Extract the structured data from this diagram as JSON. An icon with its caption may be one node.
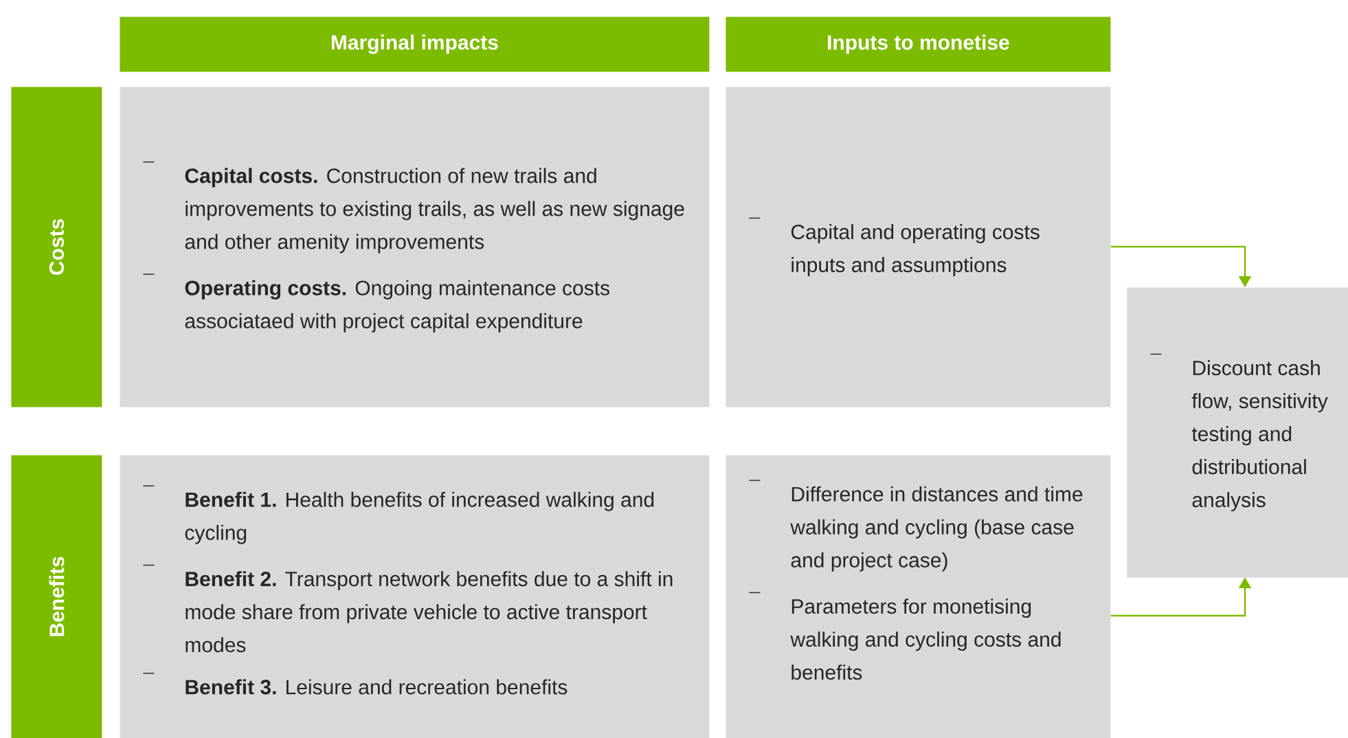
{
  "diagram": {
    "nodes": [
      {
        "text": [
          "Marginal impacts"
        ]
      },
      {
        "text": [
          "Inputs to monetise"
        ]
      },
      {
        "text": [
          "Costs"
        ]
      },
      {
        "text": [
          "**Capital costs.** Construction of new trails and improvements to existing trails, as well as new signage and other amenity improvements",
          "**Operating costs.** Ongoing maintenance costs associataed with project capital expenditure"
        ]
      },
      {
        "text": [
          "Capital and operating costs inputs and assumptions"
        ]
      },
      {
        "text": [
          "Discount cash flow, sensitivity testing and distributional analysis"
        ]
      },
      {
        "text": [
          "Benefits"
        ]
      },
      {
        "text": [
          "**Benefit 1.** Health benefits of increased walking and cycling",
          "**Benefit 2.** Transport network benefits due to a shift in mode share from private vehicle to active transport modes",
          "**Benefit 3.** Leisure and recreation benefits"
        ]
      },
      {
        "text": [
          "Difference in distances and time walking and cycling (base case and project case)",
          "Parameters for monetising walking and cycling costs and benefits"
        ]
      }
    ],
    "edges": [
      {
        "from": 4,
        "to": 5,
        "arrow": "to"
      },
      {
        "from": 8,
        "to": 5,
        "arrow": "to"
      }
    ]
  }
}
